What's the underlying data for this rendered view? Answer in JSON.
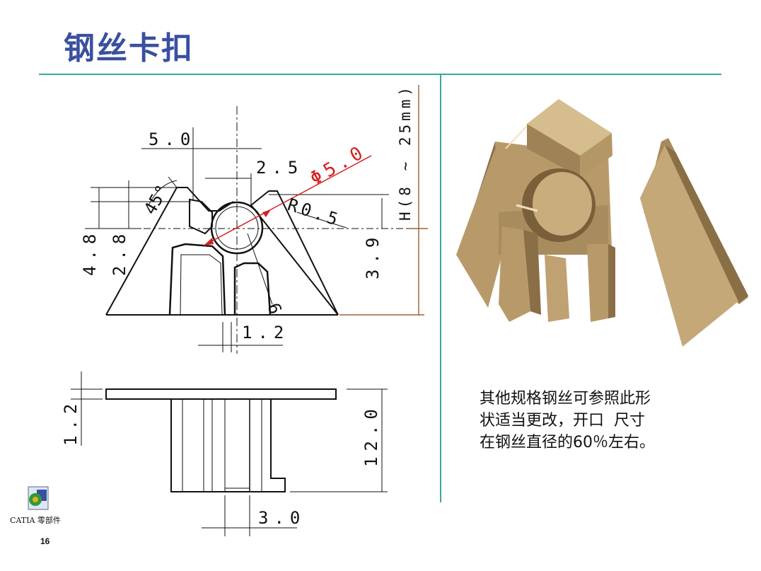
{
  "title": "钢丝卡扣",
  "dimensions": {
    "d_5_0": "5.0",
    "d_2_5": "2.5",
    "d_phi": "Φ5.0",
    "d_r05": "R0.5",
    "d_45": "45°",
    "d_h": "H(8 ~ 25mm)",
    "d_4_8": "4.8",
    "d_2_8": "2.8",
    "d_3_9": "3.9",
    "d_1_2a": "1.2",
    "d_6": "6",
    "d_1_2b": "1.2",
    "d_12_0": "12.0",
    "d_3_0": "3.0"
  },
  "note_lines": [
    "其他规格钢丝可参照此形",
    "状适当更改，开口  尺寸",
    "在钢丝直径的60％左右。"
  ],
  "catia_label": "CATIA 零部件",
  "page_number": "16",
  "colors": {
    "title": "#3a4fa0",
    "rule": "#3aa7a0",
    "dim_red": "#d42020",
    "dim_brown": "#8b4513",
    "part": "#b89a6a"
  }
}
